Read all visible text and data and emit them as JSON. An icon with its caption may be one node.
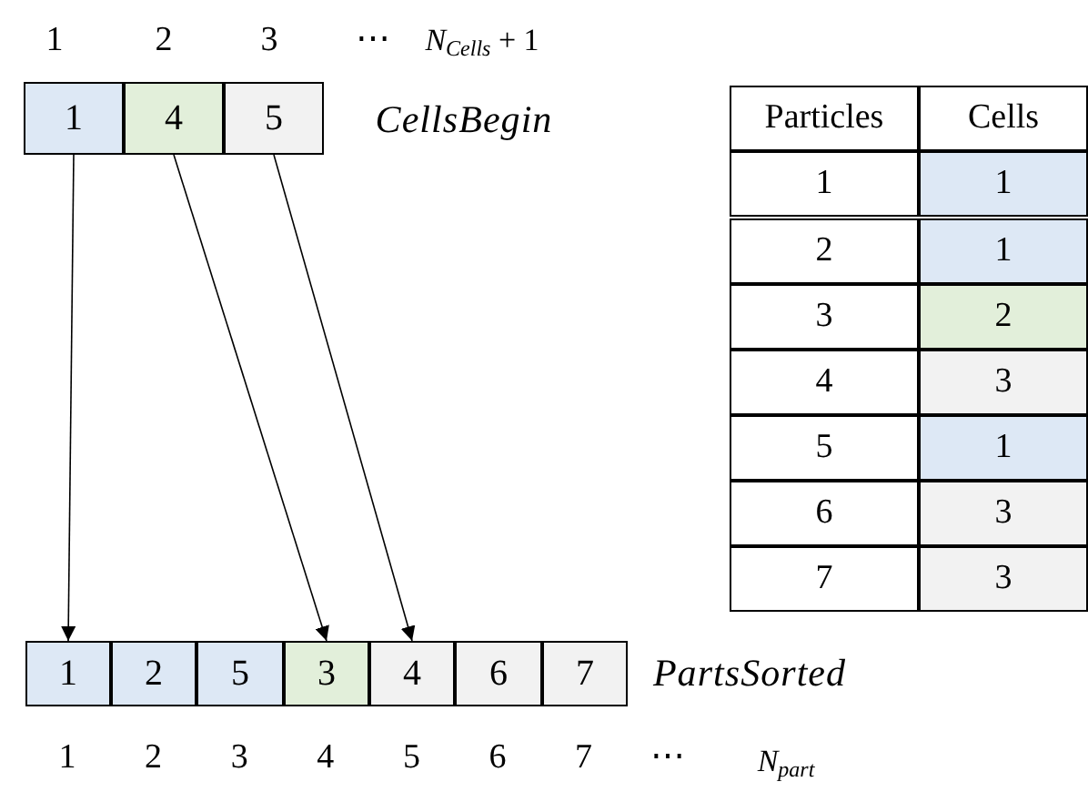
{
  "diagram": {
    "nodes": [
      {
        "text": [
          "1"
        ]
      },
      {
        "text": [
          "4"
        ]
      },
      {
        "text": [
          "5"
        ]
      },
      {
        "text": [
          "1"
        ]
      },
      {
        "text": [
          "2"
        ]
      },
      {
        "text": [
          "5"
        ]
      },
      {
        "text": [
          "3"
        ]
      },
      {
        "text": [
          "4"
        ]
      },
      {
        "text": [
          "6"
        ]
      },
      {
        "text": [
          "7"
        ]
      }
    ],
    "edges": [
      {
        "from": 0,
        "to": 3,
        "arrow": "to"
      },
      {
        "from": 1,
        "to": 6,
        "arrow": "to"
      },
      {
        "from": 2,
        "to": 7,
        "arrow": "to"
      }
    ],
    "labels": [
      "1",
      "2",
      "3",
      "⋯",
      "*N*$_{Cells}$ + 1",
      "CellsBegin",
      "Particles",
      "Cells",
      "1",
      "1",
      "2",
      "1",
      "3",
      "2",
      "4",
      "3",
      "5",
      "1",
      "6",
      "3",
      "7",
      "3",
      "PartsSorted",
      "1",
      "2",
      "3",
      "4",
      "5",
      "6",
      "7",
      "⋯",
      "*N*$_{part}$"
    ]
  }
}
